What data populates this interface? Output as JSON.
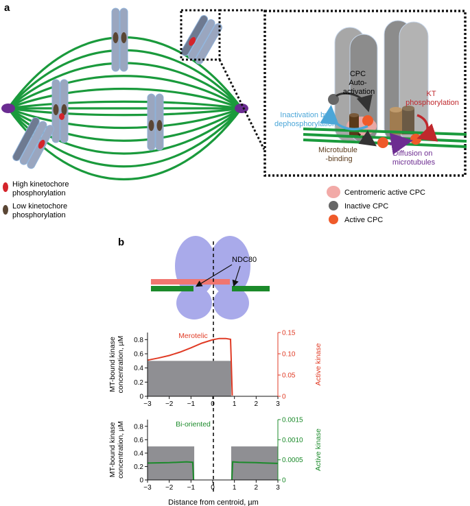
{
  "panel_a": {
    "label": "a",
    "legend": {
      "high": [
        "High kinetochore",
        "phosphorylation"
      ],
      "low": [
        "Low kinetochore",
        "phosphorylation"
      ]
    },
    "inset": {
      "auto_activation": [
        "CPC",
        "Auto-",
        "activation"
      ],
      "kt_phos": [
        "KT",
        "phosphorylation"
      ],
      "inactivation": [
        "Inactivation by",
        "dephosphorylation"
      ],
      "mt_binding": [
        "Microtubule",
        "-binding"
      ],
      "diffusion": [
        "Diffusion on",
        "microtubules"
      ]
    },
    "cpc_legend": {
      "centromeric": "Centromeric active CPC",
      "inactive": "Inactive CPC",
      "active": "Active CPC"
    },
    "colors": {
      "spindle": "#1a9a3c",
      "pole": "#6a2c91",
      "chromosome": "#9aa6bf",
      "high_kt": "#d4242b",
      "low_kt": "#5a4634",
      "inactive_cpc": "#666666",
      "active_cpc": "#ef5a2a",
      "centromeric_cpc": "#f2aaa7",
      "inactivation": "#4ba6d8",
      "kt_phos": "#c0282d",
      "diffusion": "#6d2d91",
      "mt_binding": "#5a3a1a"
    }
  },
  "panel_b": {
    "label": "b",
    "ndc80_label": "NDC80",
    "x_label": "Distance from centroid, µm",
    "chart_data": [
      {
        "type": "line",
        "annotation": "Merotelic",
        "ylabel": [
          "MT-bound kinase",
          "concentration, µM"
        ],
        "y2label": "Active kinase",
        "xlim": [
          -3,
          3
        ],
        "xticks": [
          -3,
          -2,
          -1,
          0,
          1,
          2,
          3
        ],
        "ylim": [
          0,
          0.9
        ],
        "yticks": [
          "0",
          "0.2",
          "0.4",
          "0.6",
          "0.8"
        ],
        "y2lim": [
          0,
          0.15
        ],
        "y2ticks": [
          "0",
          "0.05",
          "0.10",
          "0.15"
        ],
        "bound_bars": [
          {
            "x0": -3,
            "x1": 0.85,
            "y": 0.5
          }
        ],
        "series": [
          {
            "axis": "right",
            "color": "#e03a24",
            "points": [
              [
                -3,
                0.085
              ],
              [
                -2.5,
                0.09
              ],
              [
                -2,
                0.096
              ],
              [
                -1.5,
                0.104
              ],
              [
                -1,
                0.114
              ],
              [
                -0.5,
                0.125
              ],
              [
                0,
                0.133
              ],
              [
                0.3,
                0.136
              ],
              [
                0.6,
                0.136
              ],
              [
                0.82,
                0.134
              ],
              [
                0.85,
                0.09
              ],
              [
                0.9,
                0.002
              ]
            ]
          }
        ]
      },
      {
        "type": "line",
        "annotation": "Bi-oriented",
        "ylabel": [
          "MT-bound kinase",
          "concentration, µM"
        ],
        "y2label": "Active kinase",
        "xlim": [
          -3,
          3
        ],
        "xticks": [
          -3,
          -2,
          -1,
          0,
          1,
          2,
          3
        ],
        "ylim": [
          0,
          0.9
        ],
        "yticks": [
          "0",
          "0.2",
          "0.4",
          "0.6",
          "0.8"
        ],
        "y2lim": [
          0,
          0.0015
        ],
        "y2ticks": [
          "0",
          "0.0005",
          "0.0010",
          "0.0015"
        ],
        "bound_bars": [
          {
            "x0": -3,
            "x1": -0.85,
            "y": 0.5
          },
          {
            "x0": 0.85,
            "x1": 3,
            "y": 0.5
          }
        ],
        "series": [
          {
            "axis": "right",
            "color": "#1b8a2a",
            "points": [
              [
                -3,
                0.00042
              ],
              [
                -2,
                0.00043
              ],
              [
                -1.2,
                0.00045
              ],
              [
                -0.92,
                0.00044
              ],
              [
                -0.88,
                1e-05
              ]
            ]
          },
          {
            "axis": "right",
            "color": "#1b8a2a",
            "points": [
              [
                0.88,
                1e-05
              ],
              [
                0.92,
                0.00045
              ],
              [
                1.2,
                0.00044
              ],
              [
                2,
                0.00043
              ],
              [
                3,
                0.00041
              ]
            ]
          }
        ]
      }
    ]
  }
}
